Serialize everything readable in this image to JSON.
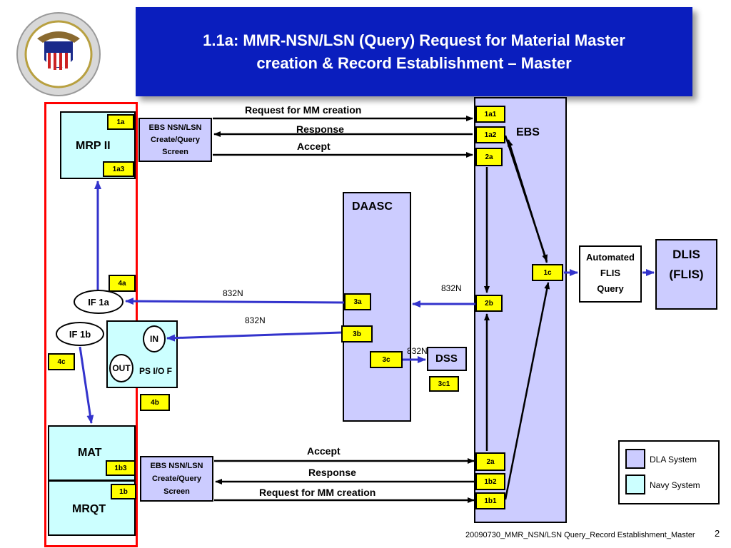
{
  "title": {
    "line1": "1.1a: MMR-NSN/LSN (Query) Request for Material Master",
    "line2": "creation & Record Establishment – Master"
  },
  "logo": {
    "icon": "dla-seal-icon"
  },
  "systems": {
    "mrp": "MRP II",
    "mat": "MAT",
    "mrqt": "MRQT",
    "ebs": "EBS",
    "daasc": "DAASC",
    "dss": "DSS",
    "dlis_line1": "DLIS",
    "dlis_line2": "(FLIS)",
    "fps_label": "PS I/O F",
    "in": "IN",
    "out": "OUT",
    "if1a": "IF 1a",
    "if1b": "IF 1b"
  },
  "screens": {
    "top": {
      "line1": "EBS NSN/LSN",
      "line2": "Create/Query",
      "line3": "Screen"
    },
    "bottom": {
      "line1": "EBS NSN/LSN",
      "line2": "Create/Query",
      "line3": "Screen"
    }
  },
  "automated": {
    "line1": "Automated",
    "line2": "FLIS",
    "line3": "Query"
  },
  "tags": {
    "t1a": "1a",
    "t1a3": "1a3",
    "t1a1": "1a1",
    "t1a2": "1a2",
    "t2a_top": "2a",
    "t2b": "2b",
    "t1c": "1c",
    "t3a": "3a",
    "t3b": "3b",
    "t3c": "3c",
    "t3c1": "3c1",
    "t4a": "4a",
    "t4b": "4b",
    "t4c": "4c",
    "t1b3": "1b3",
    "t1b": "1b",
    "t2a_bottom": "2a",
    "t1b2": "1b2",
    "t1b1": "1b1"
  },
  "arrows": {
    "top_request": "Request for MM creation",
    "top_response": "Response",
    "top_accept": "Accept",
    "bottom_accept": "Accept",
    "bottom_response": "Response",
    "bottom_request": "Request for MM creation",
    "n832_a": "832N",
    "n832_b": "832N",
    "n832_c": "832N",
    "n832_d": "832N"
  },
  "legend": {
    "dla": "DLA System",
    "navy": "Navy System",
    "dla_color": "#ccccff",
    "navy_color": "#ccffff"
  },
  "footer": {
    "doc": "20090730_MMR_NSN/LSN Query_Record Establishment_Master",
    "page": "2"
  },
  "colors": {
    "title_bg": "#0a1ebe",
    "tag": "#ffff00",
    "flow": "#3333cc",
    "boundary": "#ff0000"
  }
}
